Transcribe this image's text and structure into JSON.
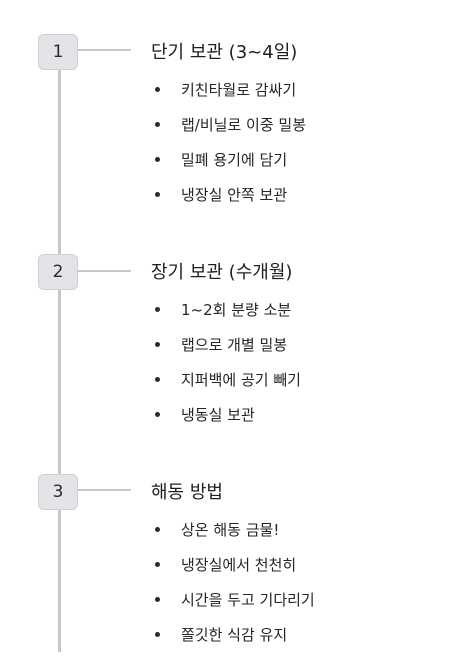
{
  "steps": [
    {
      "number": "1",
      "title": "단기 보관 (3~4일)",
      "items": [
        "키친타월로 감싸기",
        "랩/비닐로 이중 밀봉",
        "밀폐 용기에 담기",
        "냉장실 안쪽 보관"
      ]
    },
    {
      "number": "2",
      "title": "장기 보관 (수개월)",
      "items": [
        "1~2회 분량 소분",
        "랩으로 개별 밀봉",
        "지퍼백에 공기 빼기",
        "냉동실 보관"
      ]
    },
    {
      "number": "3",
      "title": "해동 방법",
      "items": [
        "상온 해동 금물!",
        "냉장실에서 천천히",
        "시간을 두고 기다리기",
        "쫄깃한 식감 유지"
      ]
    }
  ]
}
